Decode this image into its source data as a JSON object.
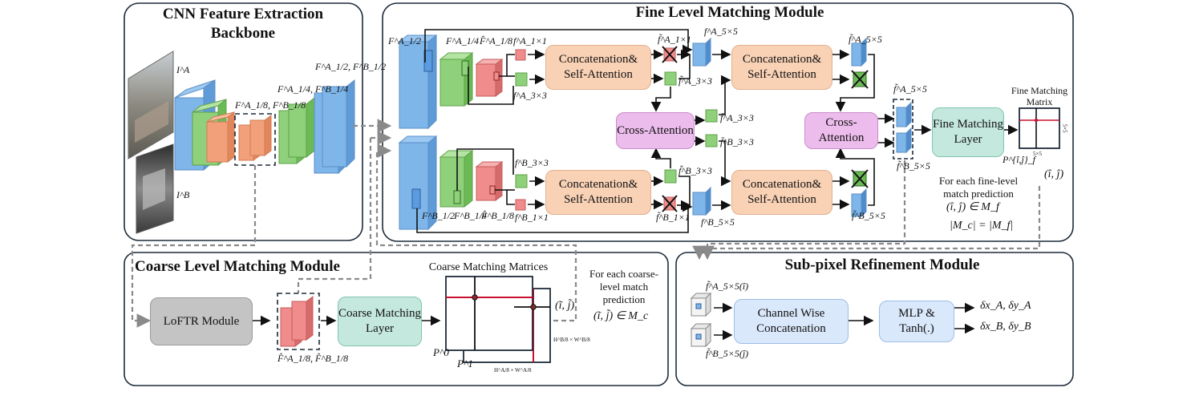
{
  "panels": {
    "backbone_title": "CNN Feature Extraction Backbone",
    "fine_title": "Fine Level Matching Module",
    "coarse_title": "Coarse Level Matching Module",
    "subpixel_title": "Sub-pixel Refinement Module"
  },
  "boxes": {
    "concat_a1": "Concatenation& Self-Attention",
    "concat_b1": "Concatenation& Self-Attention",
    "concat_a2": "Concatenation& Self-Attention",
    "concat_b2": "Concatenation& Self-Attention",
    "cross_1": "Cross-Attention",
    "cross_2": "Cross-Attention",
    "fine_matching": "Fine Matching Layer",
    "loftr": "LoFTR Module",
    "coarse_matching": "Coarse Matching Layer",
    "channel_wise": "Channel Wise Concatenation",
    "mlp": "MLP & Tanh(.)"
  },
  "labels": {
    "img_a": "I^A",
    "img_b": "I^B",
    "bb_f18": "F^A_1/8, F^B_1/8",
    "bb_f14": "F^A_1/4, F^B_1/4",
    "bb_f12": "F^A_1/2, F^B_1/2",
    "fa12": "F^A_1/2",
    "fa14": "F^A_1/4",
    "fa18": "F̂^A_1/8",
    "fa1x1": "f^A_1×1",
    "fa3x3": "f^A_3×3",
    "fb12": "F^B_1/2",
    "fb14": "F^B_1/4",
    "fb18": "F̂^B_1/8",
    "fb1x1": "f^B_1×1",
    "fb3x3": "f^B_3×3",
    "ta1x1": "f̃^A_1×1",
    "ta3x3": "f̃^A_3×3",
    "tb1x1": "f̃^B_1×1",
    "tb3x3": "f̃^B_3×3",
    "fa5x5": "f^A_5×5",
    "fb5x5": "f^B_5×5",
    "ca3x3": "f̄^A_3×3",
    "cb3x3": "f̄^B_3×3",
    "ta5x5": "f̃^A_5×5",
    "tb5x5": "f̃^B_5×5",
    "tta5x5": "f̃^A_5×5",
    "ttb5x5": "f̃^B_5×5",
    "fine_matrix_title": "Fine Matching Matrix",
    "fine_matrix_p": "P^{î,ĵ}_f",
    "fine_matrix_side": "5×5",
    "fine_matrix_bottom": "5×5",
    "fine_pair": "(î, ĵ)",
    "fine_note": "For each fine-level match prediction",
    "fine_in": "(î, ĵ) ∈ M_f",
    "fine_eq": "|M_c| = |M_f|",
    "coarse_features": "F̂^A_1/8, F̂^B_1/8",
    "coarse_matrices_title": "Coarse Matching Matrices",
    "p0": "P^0",
    "p1": "P^1",
    "coarse_pair": "(ĩ, j̃)",
    "coarse_dim1": "H^B/8 × W^B/8",
    "coarse_dim2": "H^A/8 × W^A/8",
    "coarse_note": "For each coarse-level match prediction",
    "coarse_in": "(ĩ, j̃) ∈ M_c",
    "sp_fa": "f̃^A_5×5(î)",
    "sp_fb": "f̃^B_5×5(ĵ)",
    "out_a": "δx_A, δy_A",
    "out_b": "δx_B, δy_B"
  },
  "colors": {
    "blue": "#7eb6ea",
    "green": "#8fd07a",
    "salmon": "#f2a07a",
    "pink": "#f08c8c",
    "dash": "#8a8a8a",
    "red": "#c8102e"
  }
}
